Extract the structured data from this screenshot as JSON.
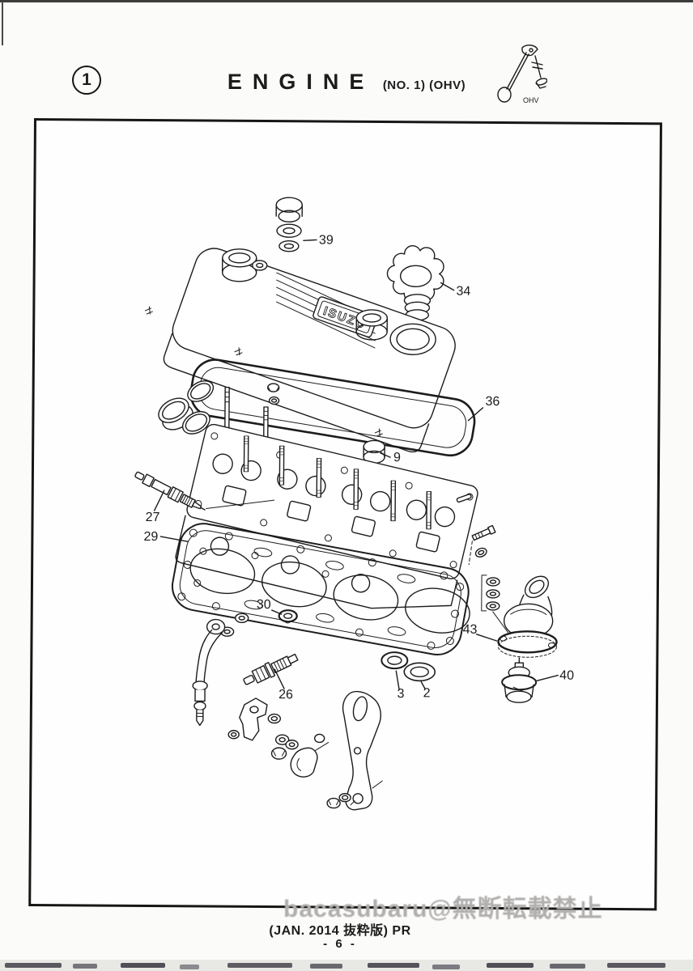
{
  "page": {
    "section_number": "1",
    "title": "ENGINE",
    "title_note": "(NO. 1) (OHV)",
    "icon_label": "OHV"
  },
  "diagram": {
    "brand_logo": "ISUZU",
    "callouts": [
      {
        "label": "39"
      },
      {
        "label": "34"
      },
      {
        "label": "36"
      },
      {
        "label": "9"
      },
      {
        "label": "27"
      },
      {
        "label": "29"
      },
      {
        "label": "30"
      },
      {
        "label": "26"
      },
      {
        "label": "3"
      },
      {
        "label": "2"
      },
      {
        "label": "43"
      },
      {
        "label": "40"
      }
    ]
  },
  "footer": {
    "edition": "(JAN. 2014 抜粋版) PR",
    "page_number": "- 6 -",
    "watermark": "bacasubaru@無断転載禁止"
  },
  "colors": {
    "line": "#1c1c1c",
    "paper": "#fbfbf9",
    "watermark": "#b1afae"
  }
}
